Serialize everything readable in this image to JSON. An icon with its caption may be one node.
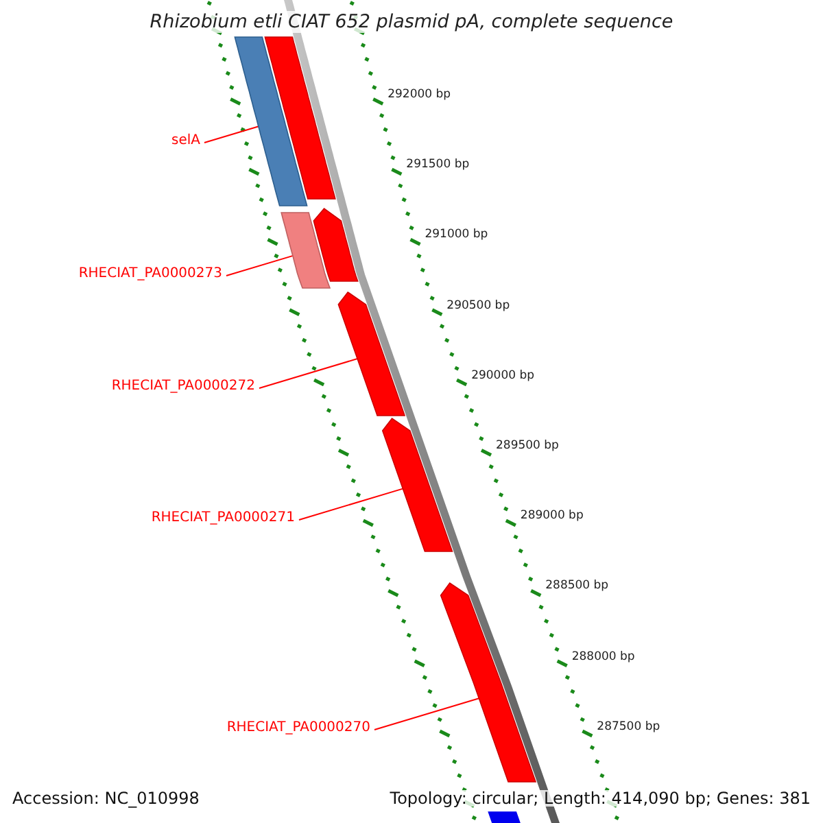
{
  "diagram": {
    "title": "Rhizobium etli CIAT 652 plasmid pA, complete sequence",
    "nodes": [
      {
        "text": [
          "selA"
        ]
      },
      {
        "text": [
          "RHECIAT_PA0000273"
        ]
      },
      {
        "text": [
          "RHECIAT_PA0000272"
        ]
      },
      {
        "text": [
          "RHECIAT_PA0000271"
        ]
      },
      {
        "text": [
          "RHECIAT_PA0000270"
        ]
      },
      {
        "text": [],
        "shape": "bar"
      },
      {
        "text": [],
        "shape": "bar"
      },
      {
        "text": [],
        "shape": "bar"
      },
      {
        "text": [],
        "shape": "bar"
      },
      {
        "text": [],
        "shape": "bar"
      },
      {
        "text": [],
        "shape": "bar"
      },
      {
        "text": [],
        "shape": "bar"
      },
      {
        "text": [],
        "shape": "bar"
      }
    ],
    "edges": [
      {
        "from": 0,
        "to": 5,
        "arrow": "none"
      },
      {
        "from": 1,
        "to": 7,
        "arrow": "none"
      },
      {
        "from": 2,
        "to": 9,
        "arrow": "none"
      },
      {
        "from": 3,
        "to": 10,
        "arrow": "none"
      },
      {
        "from": 4,
        "to": 11,
        "arrow": "none"
      }
    ],
    "labels": [
      "292000 bp",
      "291500 bp",
      "291000 bp",
      "290500 bp",
      "290000 bp",
      "289500 bp",
      "289000 bp",
      "288500 bp",
      "288000 bp",
      "287500 bp",
      "Accession: NC_010998",
      "Topology: circular; Length: 414,090 bp; Genes: 381"
    ]
  }
}
